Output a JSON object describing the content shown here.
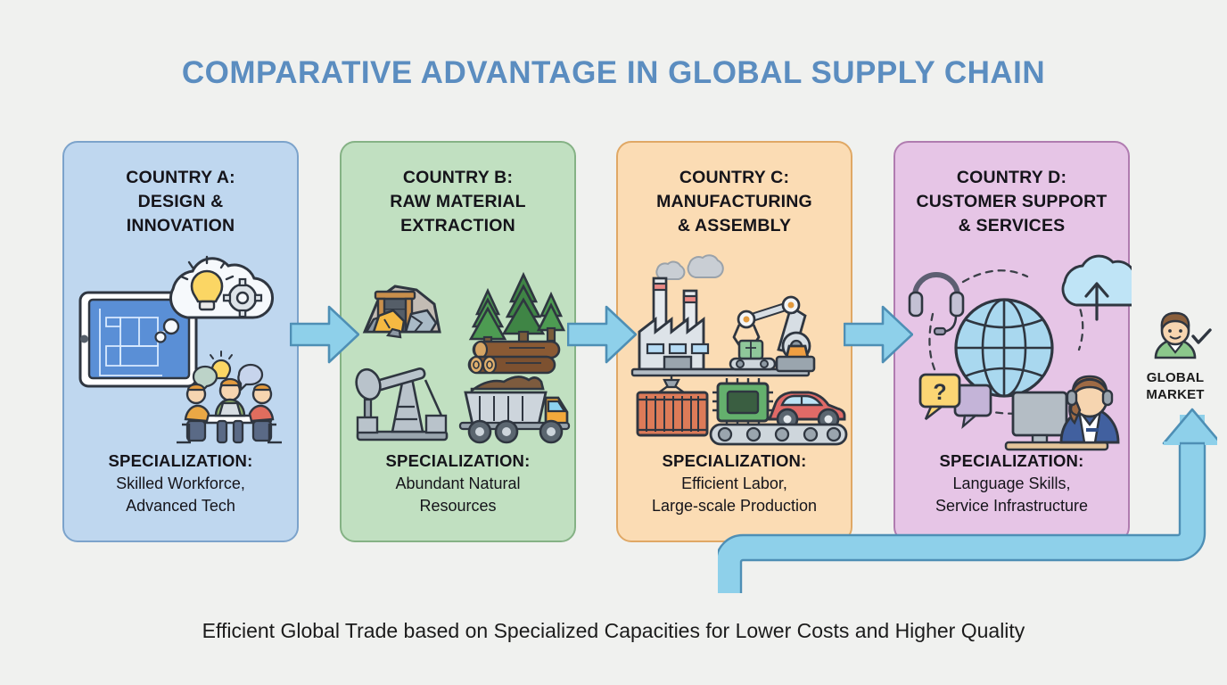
{
  "title": "COMPARATIVE ADVANTAGE IN GLOBAL SUPPLY CHAIN",
  "caption": "Efficient Global Trade based on Specialized Capacities for Lower Costs and Higher Quality",
  "colors": {
    "background": "#f0f1ef",
    "title_blue": "#5b8dc0",
    "arrow_fill": "#8ed0ea",
    "arrow_stroke": "#4e8fb5",
    "panel_a_fill": "#bfd7ef",
    "panel_a_border": "#7ca3cb",
    "panel_b_fill": "#c1e0c1",
    "panel_b_border": "#85b285",
    "panel_c_fill": "#fbdcb4",
    "panel_c_border": "#e0a865",
    "panel_d_fill": "#e6c5e6",
    "panel_d_border": "#b07cb0",
    "text_dark": "#15141a"
  },
  "panels": [
    {
      "id": "a",
      "title": "COUNTRY A:\nDESIGN &\nINNOVATION",
      "spec_heading": "SPECIALIZATION:",
      "spec_body": "Skilled Workforce,\nAdvanced Tech",
      "icons": [
        "tablet-blueprint-icon",
        "idea-cloud-icon",
        "lightbulb-icon",
        "gear-icon",
        "team-meeting-icon",
        "laptop-icon"
      ]
    },
    {
      "id": "b",
      "title": "COUNTRY B:\nRAW MATERIAL\nEXTRACTION",
      "spec_heading": "SPECIALIZATION:",
      "spec_body": "Abundant Natural\nResources",
      "icons": [
        "mine-entrance-icon",
        "ore-rocks-icon",
        "pine-trees-icon",
        "logs-icon",
        "oil-pumpjack-icon",
        "dump-truck-icon"
      ]
    },
    {
      "id": "c",
      "title": "COUNTRY C:\nMANUFACTURING\n& ASSEMBLY",
      "spec_heading": "SPECIALIZATION:",
      "spec_body": "Efficient Labor,\nLarge-scale Production",
      "icons": [
        "factory-icon",
        "smoke-icon",
        "robot-arm-icon",
        "conveyor-belt-icon",
        "shipping-container-icon",
        "microchip-icon",
        "car-icon"
      ]
    },
    {
      "id": "d",
      "title": "COUNTRY D:\nCUSTOMER SUPPORT\n& SERVICES",
      "spec_heading": "SPECIALIZATION:",
      "spec_body": "Language Skills,\nService Infrastructure",
      "icons": [
        "globe-icon",
        "headset-icon",
        "cloud-upload-icon",
        "question-bubble-icon",
        "chat-bubble-icon",
        "support-agent-icon",
        "monitor-icon"
      ]
    }
  ],
  "arrows": [
    {
      "name": "flow-arrow-a-to-b",
      "direction": "right"
    },
    {
      "name": "flow-arrow-b-to-c",
      "direction": "right"
    },
    {
      "name": "flow-arrow-c-to-d",
      "direction": "right"
    }
  ],
  "feedback_loop": {
    "name": "feedback-loop-arrow",
    "direction": "up",
    "description": "return path from manufacturing stage up to global market"
  },
  "global_market": {
    "label": "GLOBAL\nMARKET",
    "icon": "customer-check-icon"
  }
}
